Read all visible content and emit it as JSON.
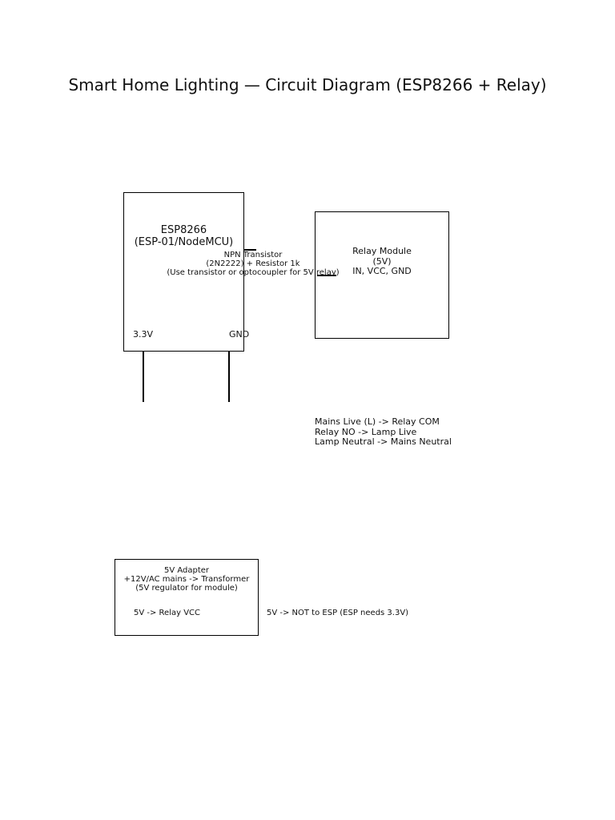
{
  "title": "Smart Home Lighting — Circuit Diagram (ESP8266 + Relay)",
  "esp": {
    "name": "ESP8266",
    "model": "(ESP-01/NodeMCU)",
    "pin_power": "3.3V",
    "pin_ground": "GND"
  },
  "transistor": {
    "line1": "NPN Transistor",
    "line2": "(2N2222) + Resistor 1k",
    "line3": "(Use transistor or optocoupler for 5V relay)"
  },
  "relay": {
    "line1": "Relay Module",
    "line2": "(5V)",
    "line3": "IN, VCC, GND"
  },
  "mains_notes": [
    "Mains Live (L) -> Relay COM",
    "Relay NO -> Lamp Live",
    "Lamp Neutral -> Mains Neutral"
  ],
  "adapter": {
    "line1": "5V Adapter",
    "line2": "+12V/AC mains -> Transformer",
    "line3": "(5V regulator for module)",
    "output": "5V -> Relay VCC"
  },
  "adapter_note": "5V -> NOT to ESP (ESP needs 3.3V)"
}
